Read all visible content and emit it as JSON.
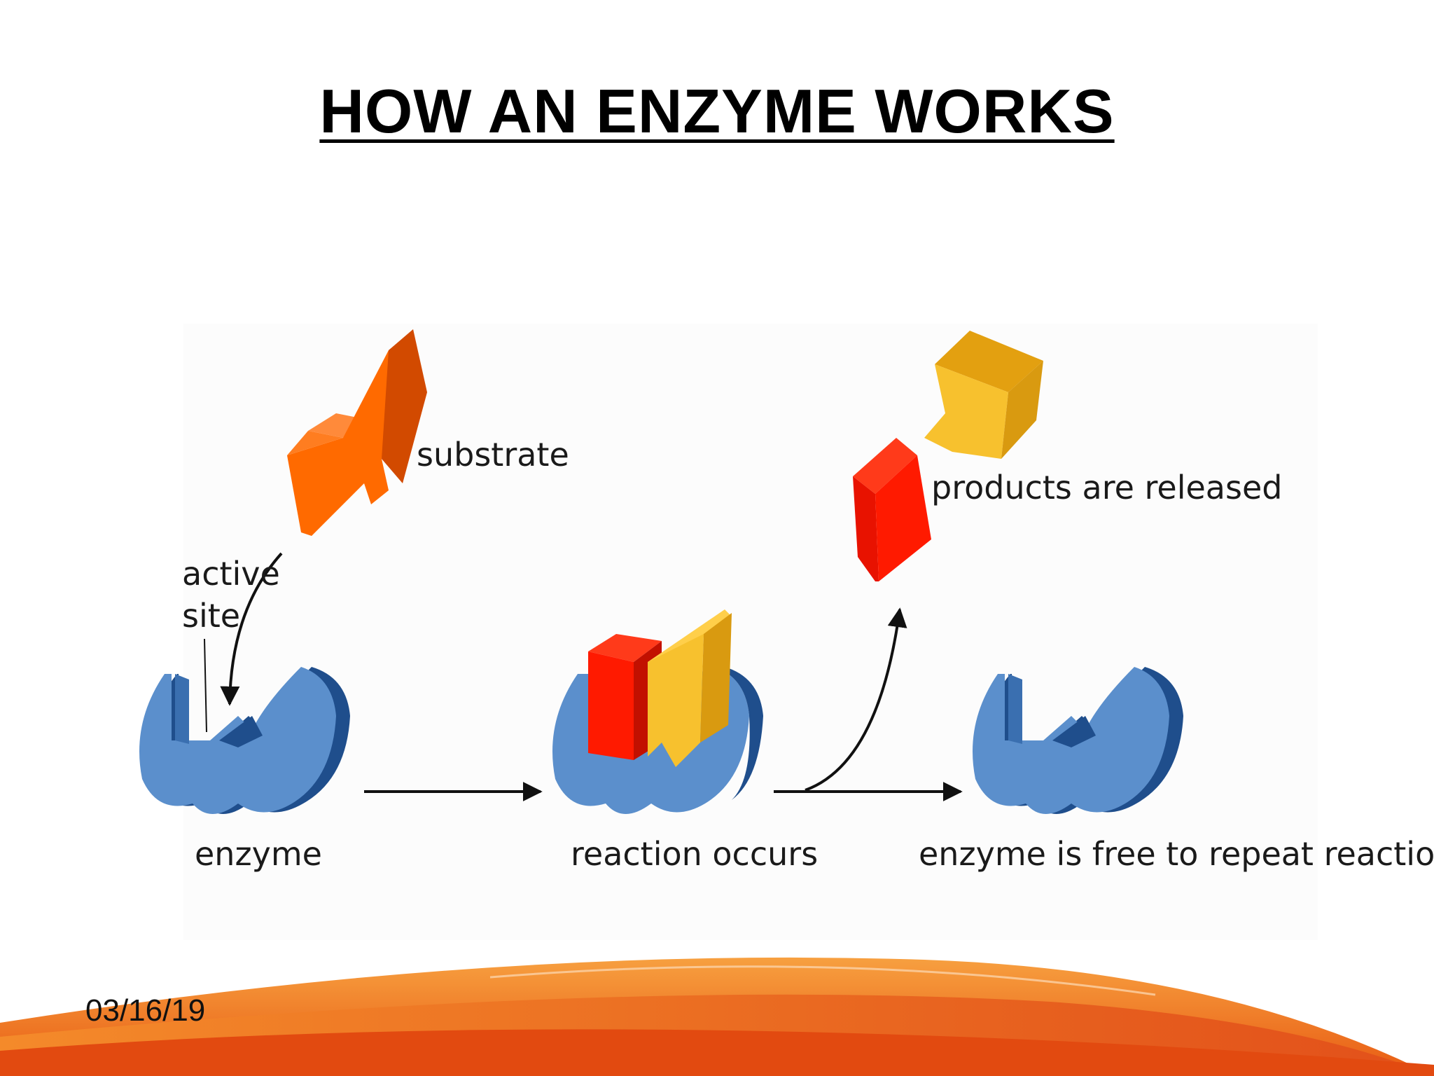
{
  "title": "HOW AN ENZYME WORKS",
  "labels": {
    "substrate": "substrate",
    "active_site_line1": "active",
    "active_site_line2": "site",
    "products": "products are released",
    "enzyme": "enzyme",
    "reaction": "reaction occurs",
    "enzyme_free": "enzyme is free to repeat reaction"
  },
  "footer": {
    "date": "03/16/19"
  },
  "colors": {
    "enzyme": "#5b8fcc",
    "enzyme_dark": "#1f4e8c",
    "substrate": "#ff6a00",
    "product_red": "#ff1a00",
    "product_yellow": "#f7b92a",
    "banner": "#f26b1d"
  },
  "icons": [
    "enzyme-shape",
    "substrate-block",
    "product-red-cube",
    "product-yellow-block",
    "arrow"
  ]
}
